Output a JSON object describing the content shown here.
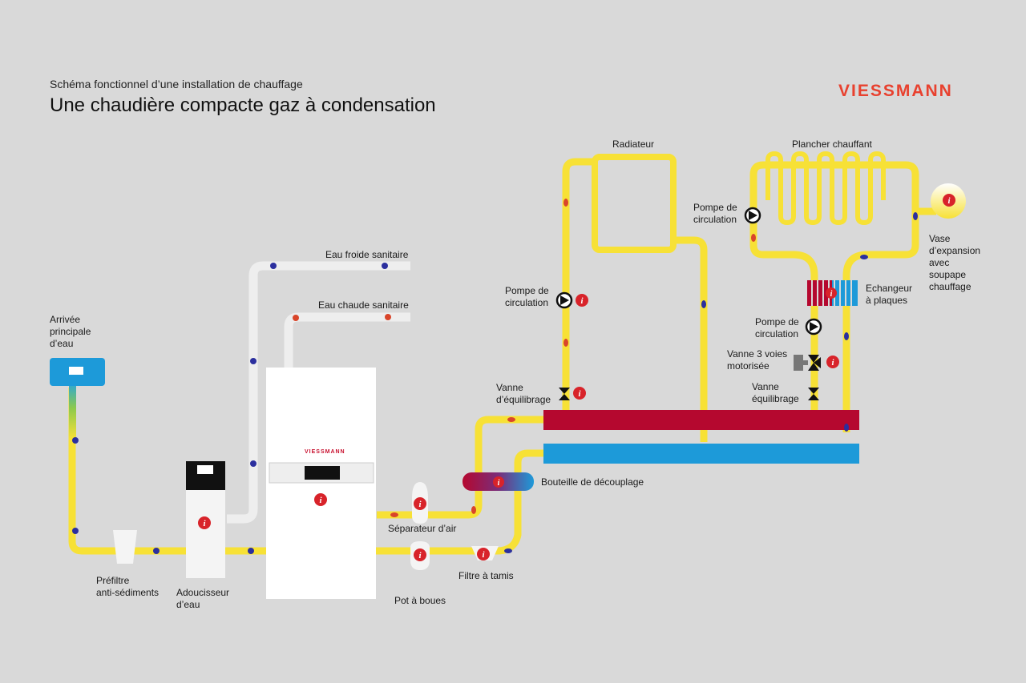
{
  "header": {
    "subtitle": "Schéma fonctionnel d’une installation de chauffage",
    "title": "Une chaudière compacte gaz à condensation",
    "logo": "VIESSMANN"
  },
  "boiler": {
    "logo": "VIESSMANN"
  },
  "labels": {
    "arrivee": "Arrivée\nprincipale\nd’eau",
    "prefiltre": "Préfiltre\nanti-sédiments",
    "adoucisseur": "Adoucisseur\nd’eau",
    "eau_froide": "Eau froide sanitaire",
    "eau_chaude": "Eau chaude sanitaire",
    "separateur": "Séparateur d’air",
    "pot": "Pot à boues",
    "filtre": "Filtre à tamis",
    "bouteille": "Bouteille de découplage",
    "pompe_1": "Pompe de\ncirculation",
    "vanne_eq_1": "Vanne\nd’équilibrage",
    "radiateur": "Radiateur",
    "plancher": "Plancher chauffant",
    "pompe_2": "Pompe de\ncirculation",
    "vase": "Vase\nd’expansion\navec\nsoupape\nchauffage",
    "echangeur": "Echangeur\nà plaques",
    "pompe_3": "Pompe de\ncirculation",
    "vanne_3v": "Vanne 3 voies\nmotorisée",
    "vanne_eq_2": "Vanne\néquilibrage"
  },
  "colors": {
    "pipe_heating": "#f7e136",
    "pipe_sanitary": "#f0f0f0",
    "hot_header": "#b5082f",
    "cold_header": "#1d9ad9",
    "info": "#d8232a",
    "dot_cold": "#2b2f9e",
    "dot_hot": "#d9452a"
  }
}
